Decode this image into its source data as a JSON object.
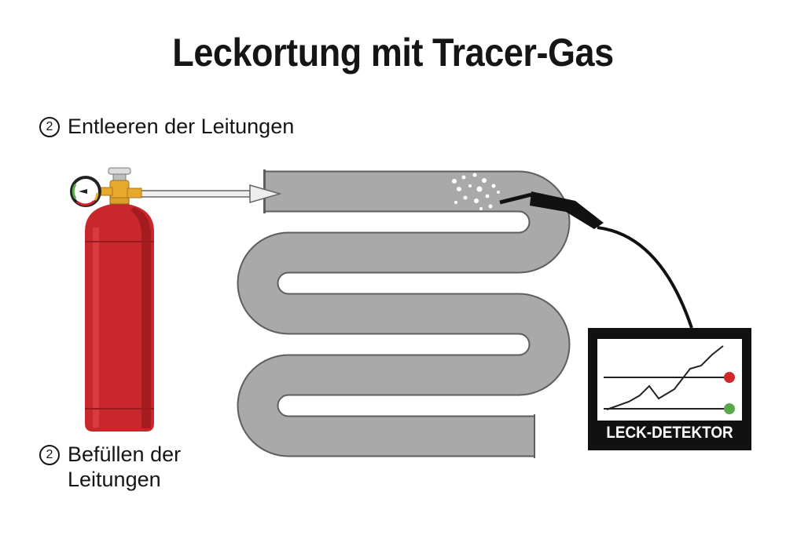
{
  "diagram": {
    "title": "Leckortung mit Tracer-Gas",
    "steps": [
      {
        "number": "2",
        "label": "Entleeren der Leitungen"
      },
      {
        "number": "2",
        "label": "Befüllen der Leitungen"
      }
    ],
    "detector": {
      "label": "LECK-DETEKTOR"
    },
    "colors": {
      "cylinder": "#c8282c",
      "pipe": "#a9a9aa",
      "valve": "#e8a92a",
      "detector_body": "#111111",
      "indicator_red": "#d3262a",
      "indicator_green": "#5aa84a"
    },
    "icons": [
      "gas-cylinder-icon",
      "pressure-gauge-icon",
      "flow-arrow-icon",
      "sniffer-probe-icon",
      "leak-bubbles-icon"
    ]
  }
}
